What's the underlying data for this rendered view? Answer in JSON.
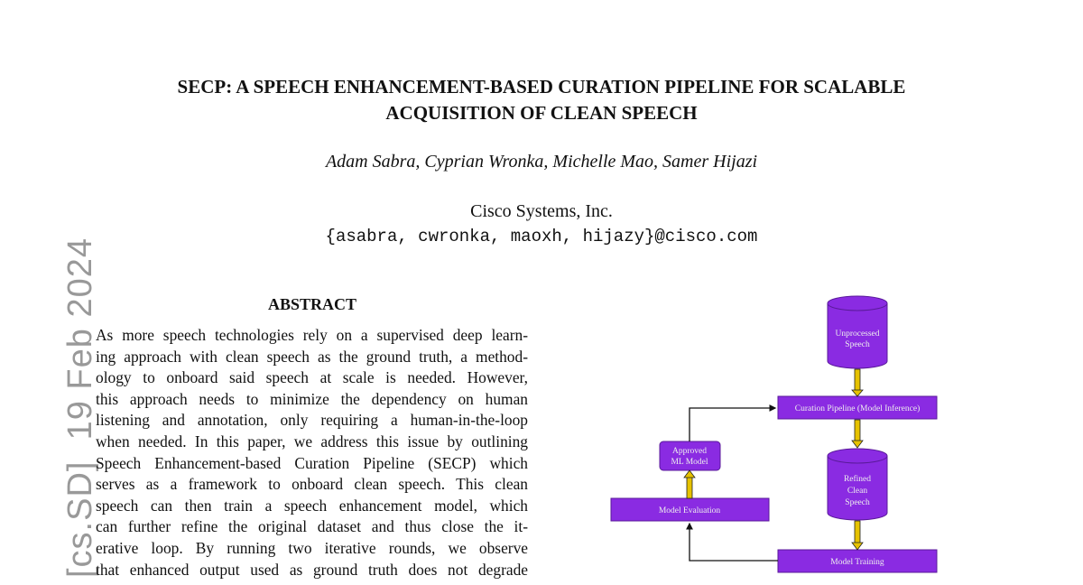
{
  "paper": {
    "title_lines": [
      "SECP: A SPEECH ENHANCEMENT-BASED CURATION PIPELINE FOR SCALABLE",
      "ACQUISITION OF CLEAN SPEECH"
    ],
    "authors": "Adam Sabra, Cyprian Wronka, Michelle Mao, Samer Hijazi",
    "affiliation": "Cisco Systems, Inc.",
    "emails": "{asabra, cwronka, maoxh, hijazy}@cisco.com",
    "arxiv_stamp": "[cs.SD]  19 Feb 2024",
    "abstract_heading": "ABSTRACT",
    "abstract_lines": [
      "As more speech technologies rely on a supervised deep learn-",
      "ing approach with clean speech as the ground truth, a method-",
      "ology to onboard said speech at scale is needed.  However,",
      "this approach needs to minimize the dependency on human",
      "listening and annotation, only requiring a human-in-the-loop",
      "when needed. In this paper, we address this issue by outlining",
      "Speech Enhancement-based Curation Pipeline (SECP) which",
      "serves as a framework to onboard clean speech.  This clean",
      "speech can then train a speech enhancement model, which",
      "can further refine the original dataset and thus close the it-",
      "erative loop.  By running two iterative rounds, we observe",
      "that enhanced output used as ground truth does not degrade"
    ]
  },
  "diagram": {
    "color": "#8a2be2",
    "arrow_color": "#e6c200",
    "unprocessed": [
      "Unprocessed",
      "Speech"
    ],
    "curation": "Curation Pipeline (Model Inference)",
    "refined": [
      "Refined",
      "Clean",
      "Speech"
    ],
    "training": "Model Training",
    "evaluation": "Model Evaluation",
    "approved": [
      "Approved",
      "ML Model"
    ]
  }
}
